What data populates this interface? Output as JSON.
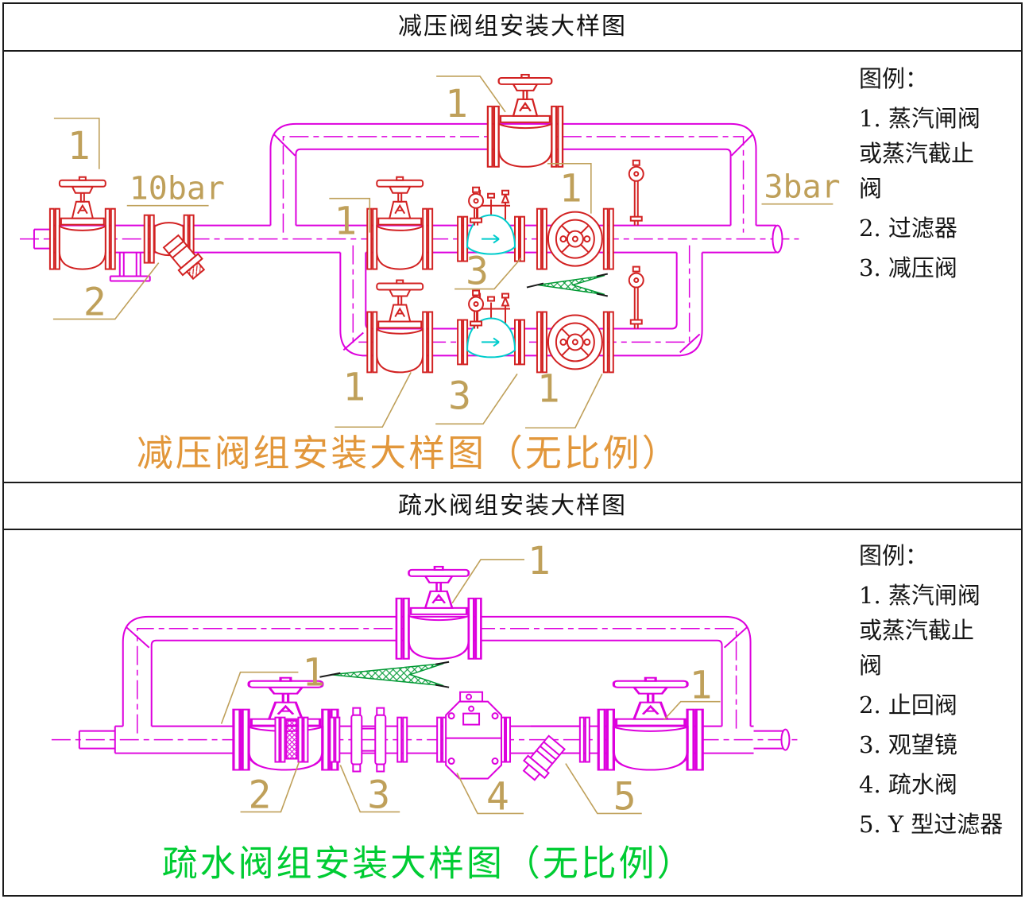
{
  "panel1": {
    "title": "减压阀组安装大样图",
    "caption": "减压阀组安装大样图（无比例）",
    "inlet_pressure": "10bar",
    "outlet_pressure": "3bar",
    "tags": {
      "valve": "1",
      "strainer": "2",
      "prv": "3"
    },
    "legend": {
      "heading": "图例：",
      "lines": [
        "1. 蒸汽闸阀",
        "或蒸汽截止",
        "阀",
        "2. 过滤器",
        "3. 减压阀"
      ]
    }
  },
  "panel2": {
    "title": "疏水阀组安装大样图",
    "caption": "疏水阀组安装大样图（无比例）",
    "tags": {
      "valve": "1",
      "check_valve": "2",
      "sight_glass": "3",
      "steam_trap": "4",
      "y_strainer": "5"
    },
    "legend": {
      "heading": "图例：",
      "lines": [
        "1. 蒸汽闸阀",
        "或蒸汽截止",
        "阀",
        "2. 止回阀",
        "3. 观望镜",
        "4. 疏水阀",
        "5. Y 型过滤器"
      ]
    }
  },
  "colors": {
    "pipe_magenta": "#DD00DD",
    "valve_red": "#D22222",
    "prv_cyan": "#00CCCC",
    "annotation_khaki": "#BFA05A",
    "caption_orange": "#E2973B",
    "caption_green": "#00CC33",
    "arrow_green": "#009933",
    "line_black": "#1A1A1A"
  }
}
